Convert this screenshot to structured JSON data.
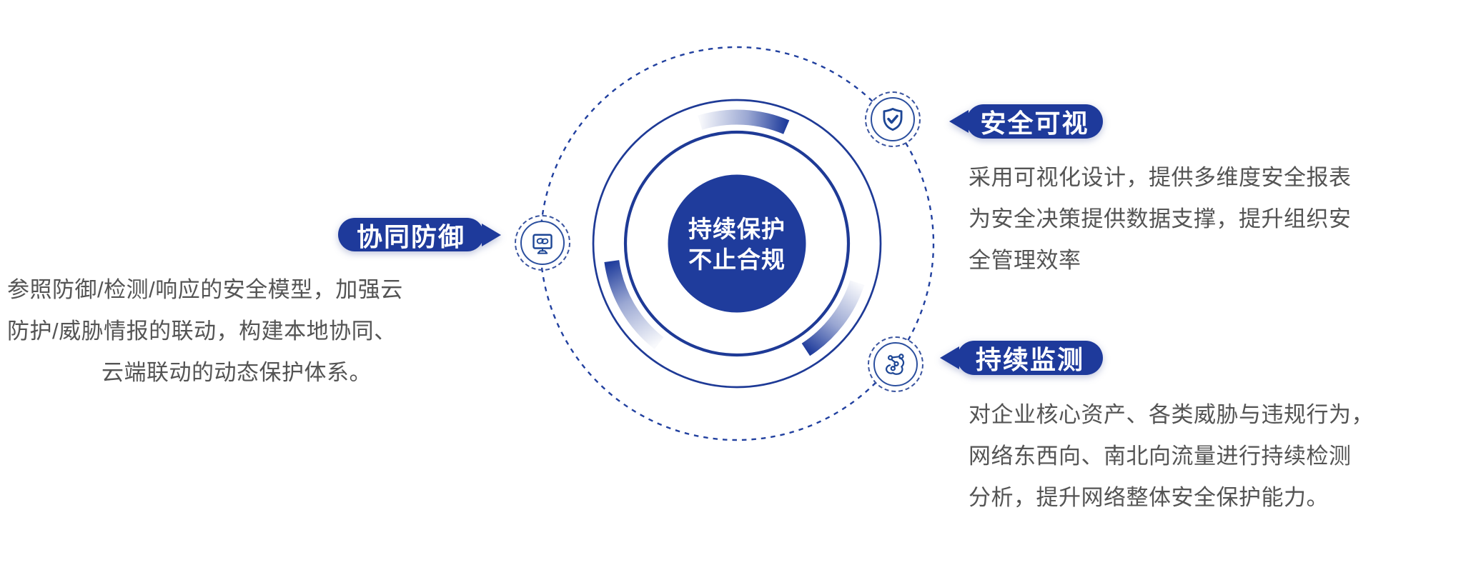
{
  "colors": {
    "background": "#ffffff",
    "primary_blue": "#1f3c9c",
    "pill_blue": "#1e3a9b",
    "ring_blue": "#21409f",
    "icon_blue": "#1d4695",
    "body_text_gray": "#545454",
    "pill_text": "#ffffff",
    "center_text": "#ffffff"
  },
  "center_circle": {
    "line1": "持续保护",
    "line2": "不止合规"
  },
  "callouts": [
    {
      "id": "collaborative-defense",
      "label": "协同防御",
      "icon": "monitor-link-icon",
      "side": "left",
      "description_lines": [
        "参照防御/检测/响应的安全模型，加强云",
        "防护/威胁情报的联动，构建本地协同、",
        "云端联动的动态保护体系。"
      ]
    },
    {
      "id": "security-visibility",
      "label": "安全可视",
      "icon": "shield-check-icon",
      "side": "top-right",
      "description_lines": [
        "采用可视化设计，提供多维度安全报表",
        "为安全决策提供数据支撑，提升组织安",
        "全管理效率"
      ]
    },
    {
      "id": "continuous-monitoring",
      "label": "持续监测",
      "icon": "network-cloud-icon",
      "side": "bottom-right",
      "description_lines": [
        "对企业核心资产、各类威胁与违规行为，",
        "网络东西向、南北向流量进行持续检测",
        "分析，提升网络整体安全保护能力。"
      ]
    }
  ]
}
